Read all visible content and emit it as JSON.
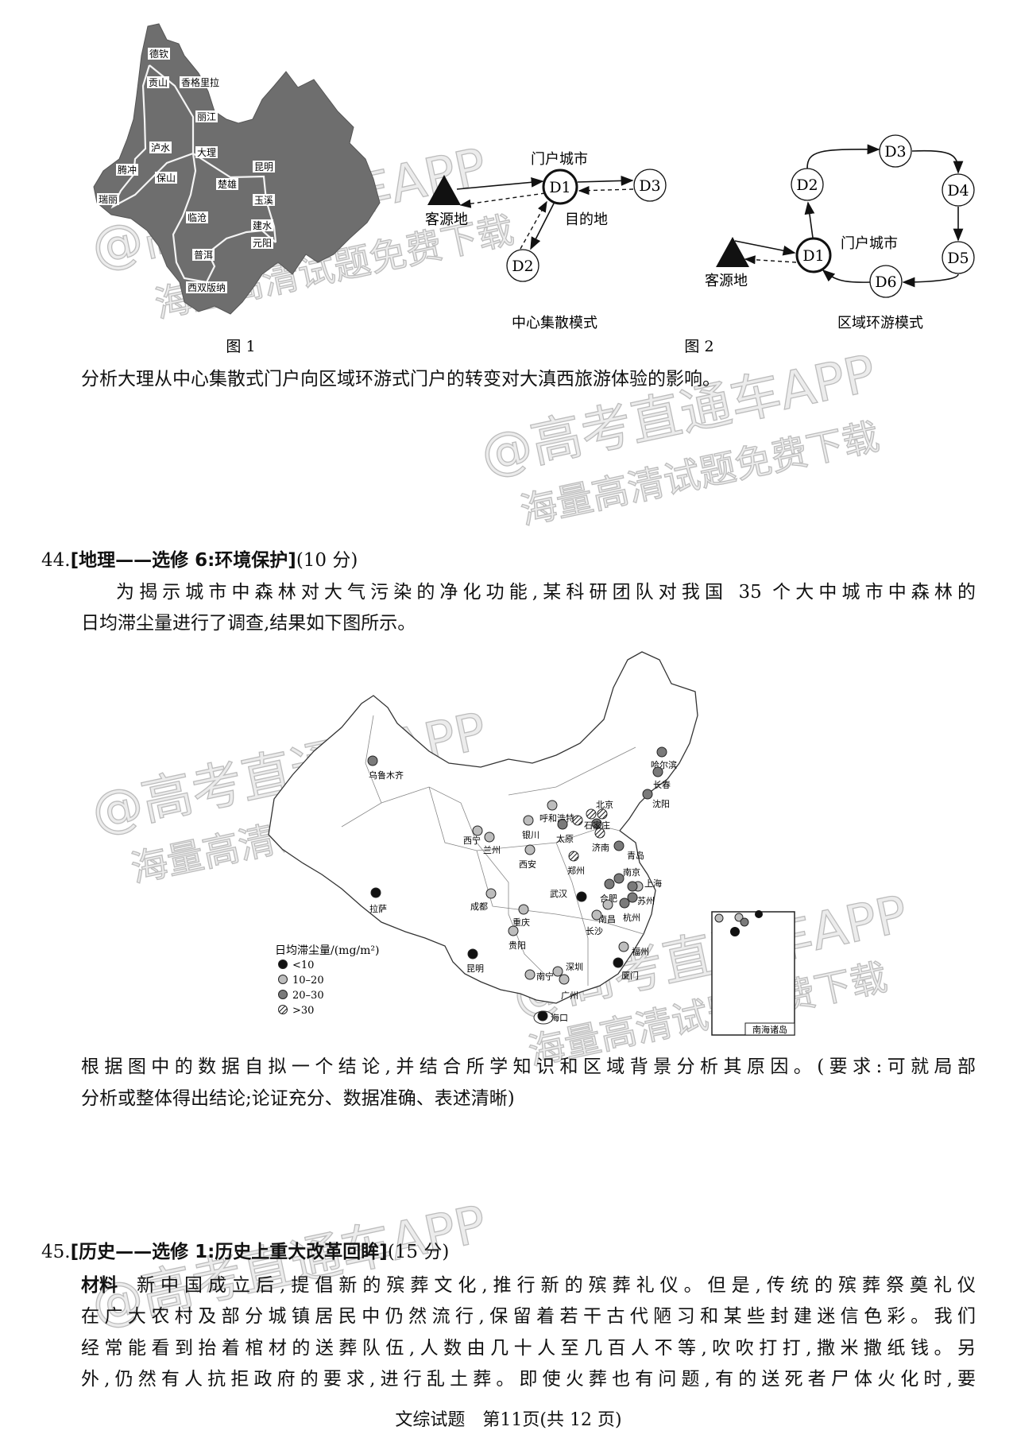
{
  "figure1": {
    "label": "图 1",
    "places": [
      "德钦",
      "贡山",
      "香格里拉",
      "丽江",
      "泸水",
      "大理",
      "腾冲",
      "保山",
      "瑞丽",
      "楚雄",
      "昆明",
      "玉溪",
      "临沧",
      "建水",
      "元阳",
      "普洱",
      "西双版纳"
    ]
  },
  "figure2": {
    "label": "图 2",
    "left": {
      "caption": "中心集散模式",
      "gateway": "门户城市",
      "origin": "客源地",
      "destination": "目的地",
      "nodes": [
        "D1",
        "D2",
        "D3"
      ]
    },
    "right": {
      "caption": "区域环游模式",
      "gateway": "门户城市",
      "origin": "客源地",
      "nodes": [
        "D1",
        "D2",
        "D3",
        "D4",
        "D5",
        "D6"
      ]
    }
  },
  "q43_prompt": "分析大理从中心集散式门户向区域环游式门户的转变对大滇西旅游体验的影响。",
  "q44": {
    "heading_num": "44.",
    "heading_title": "[地理——选修 6:环境保护]",
    "heading_score": "(10 分)",
    "intro": [
      "为揭示城市中森林对大气污染的净化功能,某科研团队对我国 35 个大中城市中森林的",
      "日均滞尘量进行了调查,结果如下图所示。"
    ],
    "question": [
      "根据图中的数据自拟一个结论,并结合所学知识和区域背景分析其原因。(要求:可就局部",
      "分析或整体得出结论;论证充分、数据准确、表述清晰)"
    ]
  },
  "map": {
    "legend_title": "日均滞尘量/(mg/m²)",
    "legend": [
      {
        "key": "lt10",
        "label": "<10",
        "color": "#111111"
      },
      {
        "key": "10-20",
        "label": "10–20",
        "color": "#bdbdbd"
      },
      {
        "key": "20-30",
        "label": "20–30",
        "color": "#7a7a7a"
      },
      {
        "key": "gt30",
        "label": ">30",
        "color": "hatched"
      }
    ],
    "inset_label": "南海诸岛",
    "cities": [
      {
        "name": "乌鲁木齐",
        "cat": "20-30"
      },
      {
        "name": "哈尔滨",
        "cat": "20-30"
      },
      {
        "name": "长春",
        "cat": "20-30"
      },
      {
        "name": "沈阳",
        "cat": "20-30"
      },
      {
        "name": "呼和浩特",
        "cat": "10-20"
      },
      {
        "name": "北京",
        "cat": "gt30"
      },
      {
        "name": "银川",
        "cat": "10-20"
      },
      {
        "name": "石家庄",
        "cat": "gt30"
      },
      {
        "name": "太原",
        "cat": "20-30"
      },
      {
        "name": "西宁",
        "cat": "10-20"
      },
      {
        "name": "兰州",
        "cat": "10-20"
      },
      {
        "name": "济南",
        "cat": "gt30"
      },
      {
        "name": "青岛",
        "cat": "20-30"
      },
      {
        "name": "西安",
        "cat": "10-20"
      },
      {
        "name": "郑州",
        "cat": "gt30"
      },
      {
        "name": "南京",
        "cat": "20-30"
      },
      {
        "name": "合肥",
        "cat": "20-30"
      },
      {
        "name": "上海",
        "cat": "10-20"
      },
      {
        "name": "苏州",
        "cat": "20-30"
      },
      {
        "name": "杭州",
        "cat": "20-30"
      },
      {
        "name": "拉萨",
        "cat": "lt10"
      },
      {
        "name": "武汉",
        "cat": "lt10"
      },
      {
        "name": "成都",
        "cat": "10-20"
      },
      {
        "name": "重庆",
        "cat": "10-20"
      },
      {
        "name": "南昌",
        "cat": "10-20"
      },
      {
        "name": "长沙",
        "cat": "10-20"
      },
      {
        "name": "贵阳",
        "cat": "10-20"
      },
      {
        "name": "昆明",
        "cat": "lt10"
      },
      {
        "name": "福州",
        "cat": "10-20"
      },
      {
        "name": "厦门",
        "cat": "lt10"
      },
      {
        "name": "南宁",
        "cat": "10-20"
      },
      {
        "name": "深圳",
        "cat": "10-20"
      },
      {
        "name": "广州",
        "cat": "10-20"
      },
      {
        "name": "海口",
        "cat": "lt10"
      }
    ]
  },
  "q45": {
    "heading_num": "45.",
    "heading_title": "[历史——选修 1:历史上重大改革回眸]",
    "heading_score": "(15 分)",
    "material_label": "材料",
    "lines": [
      "新中国成立后,提倡新的殡葬文化,推行新的殡葬礼仪。但是,传统的殡葬祭奠礼仪",
      "在广大农村及部分城镇居民中仍然流行,保留着若干古代陋习和某些封建迷信色彩。我们",
      "经常能看到抬着棺材的送葬队伍,人数由几十人至几百人不等,吹吹打打,撒米撒纸钱。另",
      "外,仍然有人抗拒政府的要求,进行乱土葬。即使火葬也有问题,有的送死者尸体火化时,要"
    ]
  },
  "footer": "文综试题　第11页(共 12 页)",
  "watermark": {
    "line1": "@高考直通车APP",
    "line2": "海量高清试题免费下载"
  }
}
